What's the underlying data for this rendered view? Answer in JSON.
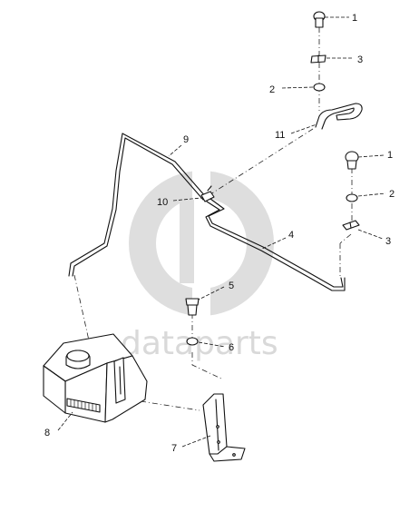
{
  "watermark": {
    "text": "dataparts"
  },
  "callouts": [
    {
      "id": "c1a",
      "label": "1"
    },
    {
      "id": "c3a",
      "label": "3"
    },
    {
      "id": "c2a",
      "label": "2"
    },
    {
      "id": "c11",
      "label": "11"
    },
    {
      "id": "c9",
      "label": "9"
    },
    {
      "id": "c1b",
      "label": "1"
    },
    {
      "id": "c10",
      "label": "10"
    },
    {
      "id": "c2b",
      "label": "2"
    },
    {
      "id": "c4",
      "label": "4"
    },
    {
      "id": "c3b",
      "label": "3"
    },
    {
      "id": "c5",
      "label": "5"
    },
    {
      "id": "c6",
      "label": "6"
    },
    {
      "id": "c8",
      "label": "8"
    },
    {
      "id": "c7",
      "label": "7"
    }
  ]
}
